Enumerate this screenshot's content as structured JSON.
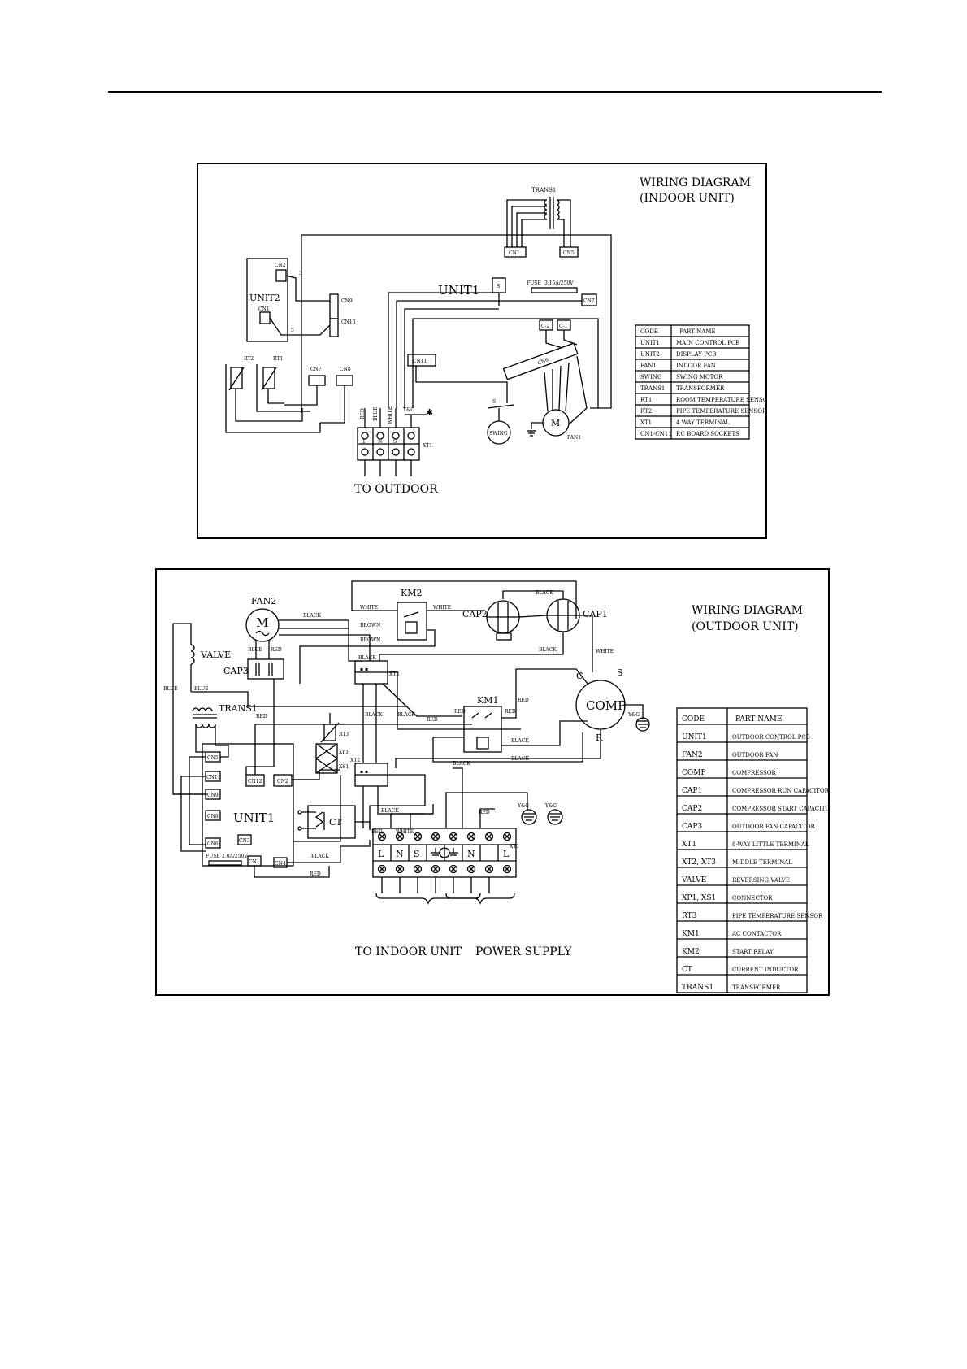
{
  "indoor": {
    "title_line1": "WIRING DIAGRAM",
    "title_line2": "(INDOOR UNIT)",
    "labels": {
      "trans1": "TRANS1",
      "cn1_top": "CN1",
      "cn5": "CN5",
      "unit1": "UNIT1",
      "s": "S",
      "fuse": "FUSE",
      "fuse_rating": "3.15A/250V",
      "cn7_right": "CN7",
      "unit2": "UNIT2",
      "cn2": "CN2",
      "cn1_left": "CN1",
      "wire3": "3",
      "wire5": "5",
      "cn9": "CN9",
      "cn10": "CN10",
      "c2": "C-2",
      "c1": "C-1",
      "cn6": "CN6",
      "cn11": "CN11",
      "rt2": "RT2",
      "rt1": "RT1",
      "cn7": "CN7",
      "cn8": "CN8",
      "red": "RED",
      "blue": "BLUE",
      "white": "WHITE",
      "yg": "Y&G",
      "swing": "SWING",
      "s_swing": "S",
      "m": "M",
      "fan1": "FAN1",
      "xt1": "XT1",
      "term1": "1",
      "term2": "N",
      "term3": "S",
      "to_outdoor": "TO OUTDOOR"
    },
    "table": {
      "header": [
        "CODE",
        "PART NAME"
      ],
      "rows": [
        [
          "UNIT1",
          "MAIN CONTROL PCB"
        ],
        [
          "UNIT2",
          "DISPLAY PCB"
        ],
        [
          "FAN1",
          "INDOOR FAN"
        ],
        [
          "SWING",
          "SWING MOTOR"
        ],
        [
          "TRANS1",
          "TRANSFORMER"
        ],
        [
          "RT1",
          "ROOM TEMPERATURE SENSOR"
        ],
        [
          "RT2",
          "PIPE TEMPERATURE SENSOR"
        ],
        [
          "XT1",
          "4 WAY TERMINAL"
        ],
        [
          "CN1-CN11",
          "P.C BOARD SOCKETS"
        ]
      ]
    }
  },
  "outdoor": {
    "title_line1": "WIRING DIAGRAM",
    "title_line2": "(OUTDOOR UNIT)",
    "labels": {
      "fan2": "FAN2",
      "m": "M",
      "km2": "KM2",
      "cap2": "CAP2",
      "cap1": "CAP1",
      "valve": "VALVE",
      "cap3": "CAP3",
      "trans1": "TRANS1",
      "xt3": "XT3",
      "km1": "KM1",
      "comp": "COMP",
      "c": "C",
      "s": "S",
      "r": "R",
      "yg": "Y&G",
      "xt2": "XT2",
      "unit1": "UNIT1",
      "ct": "CT",
      "cn5": "CN5",
      "cn11": "CN11",
      "cn9": "CN9",
      "cn8": "CN8",
      "cn6": "CN6",
      "cn3": "CN3",
      "cn12": "CN12",
      "cn2": "CN2",
      "cn1": "CN1",
      "cn4": "CN4",
      "xp1": "XP1",
      "xs1": "XS1",
      "rt3": "RT3",
      "fuse": "FUSE",
      "fuse_rating": "2.0A/250V",
      "black": "BLACK",
      "white": "WHITE",
      "brown": "BROWN",
      "blue": "BLUE",
      "red": "RED",
      "xt1": "XT1",
      "term_l": "L",
      "term_n": "N",
      "term_s": "S",
      "to_indoor": "TO INDOOR UNIT",
      "power_supply": "POWER SUPPLY"
    },
    "table": {
      "header": [
        "CODE",
        "PART NAME"
      ],
      "rows": [
        [
          "UNIT1",
          "OUTDOOR CONTROL PCB"
        ],
        [
          "FAN2",
          "OUTDOOR FAN"
        ],
        [
          "COMP",
          "COMPRESSOR"
        ],
        [
          "CAP1",
          "COMPRESSOR RUN CAPACITOR"
        ],
        [
          "CAP2",
          "COMPRESSOR START CAPACITOR"
        ],
        [
          "CAP3",
          "OUTDOOR FAN CAPACITOR"
        ],
        [
          "XT1",
          "8-WAY LITTLE TERMINAL"
        ],
        [
          "XT2, XT3",
          "MIDDLE TERMINAL"
        ],
        [
          "VALVE",
          "REVERSING VALVE"
        ],
        [
          "XP1, XS1",
          "CONNECTOR"
        ],
        [
          "RT3",
          "PIPE TEMPERATURE SENSOR"
        ],
        [
          "KM1",
          "AC CONTACTOR"
        ],
        [
          "KM2",
          "START RELAY"
        ],
        [
          "CT",
          "CURRENT INDUCTOR"
        ],
        [
          "TRANS1",
          "TRANSFORMER"
        ]
      ]
    }
  }
}
